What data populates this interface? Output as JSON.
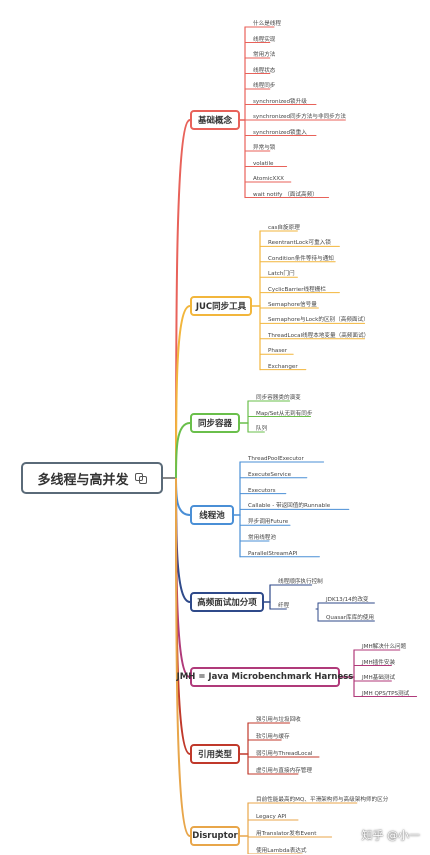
{
  "root": {
    "label": "多线程与高并发"
  },
  "branches": [
    {
      "label": "基础概念",
      "color": "#e8625a",
      "leaves": [
        "什么是线程",
        "线程实现",
        "常用方法",
        "线程状态",
        "线程同步",
        "synchronized锁升级",
        "synchronized同步方法与非同步方法",
        "synchronized锁重入",
        "异常与锁",
        "volatile",
        "AtomicXXX",
        "wait notify （面试高频）"
      ]
    },
    {
      "label": "JUC同步工具",
      "color": "#f2b63c",
      "leaves": [
        "cas自旋原理",
        "ReentrantLock可重入锁",
        "Condition条件等待与通知",
        "Latch门闩",
        "CyclicBarrier线程栅栏",
        "Semaphore信号量",
        "Semaphore与Lock的区别（高频面试）",
        "ThreadLocal线程本地变量（高频面试）",
        "Phaser",
        "Exchanger"
      ]
    },
    {
      "label": "同步容器",
      "color": "#6abf4b",
      "leaves": [
        "同步容器类的演变",
        "Map/Set从无到有同步",
        "队列"
      ]
    },
    {
      "label": "线程池",
      "color": "#4a8fd6",
      "leaves": [
        "ThreadPoolExecutor",
        "ExecuteService",
        "Executors",
        "Callable - 带返回值的Runnable",
        "异步调用Future",
        "常用线程池",
        "ParallelStreamAPI"
      ]
    },
    {
      "label": "高频面试加分项",
      "color": "#2f4a8a",
      "leaves": [
        "线程顺序执行控制",
        "纤程"
      ],
      "subleaves": [
        "JDK13/14的改变",
        "Quasar库库的使用"
      ]
    },
    {
      "label": "JMH = Java Microbenchmark Harness",
      "color": "#b03a7a",
      "leaves": [
        "JMH解决什么问题",
        "JMH插件安装",
        "JMH基础测试",
        "JMH QPS/TPS测试"
      ]
    },
    {
      "label": "引用类型",
      "color": "#c0392b",
      "leaves": [
        "强引用与垃圾回收",
        "软引用与缓存",
        "弱引用与ThreadLocal",
        "虚引用与直接内存管理"
      ]
    },
    {
      "label": "Disruptor",
      "color": "#e8a64a",
      "leaves": [
        "目前性能最高的MQ、平滑架构师与高级架构师的区分",
        "Legacy API",
        "用Translator发布Event",
        "使用Lambda表达式"
      ]
    }
  ],
  "watermark": "知乎 @小一"
}
